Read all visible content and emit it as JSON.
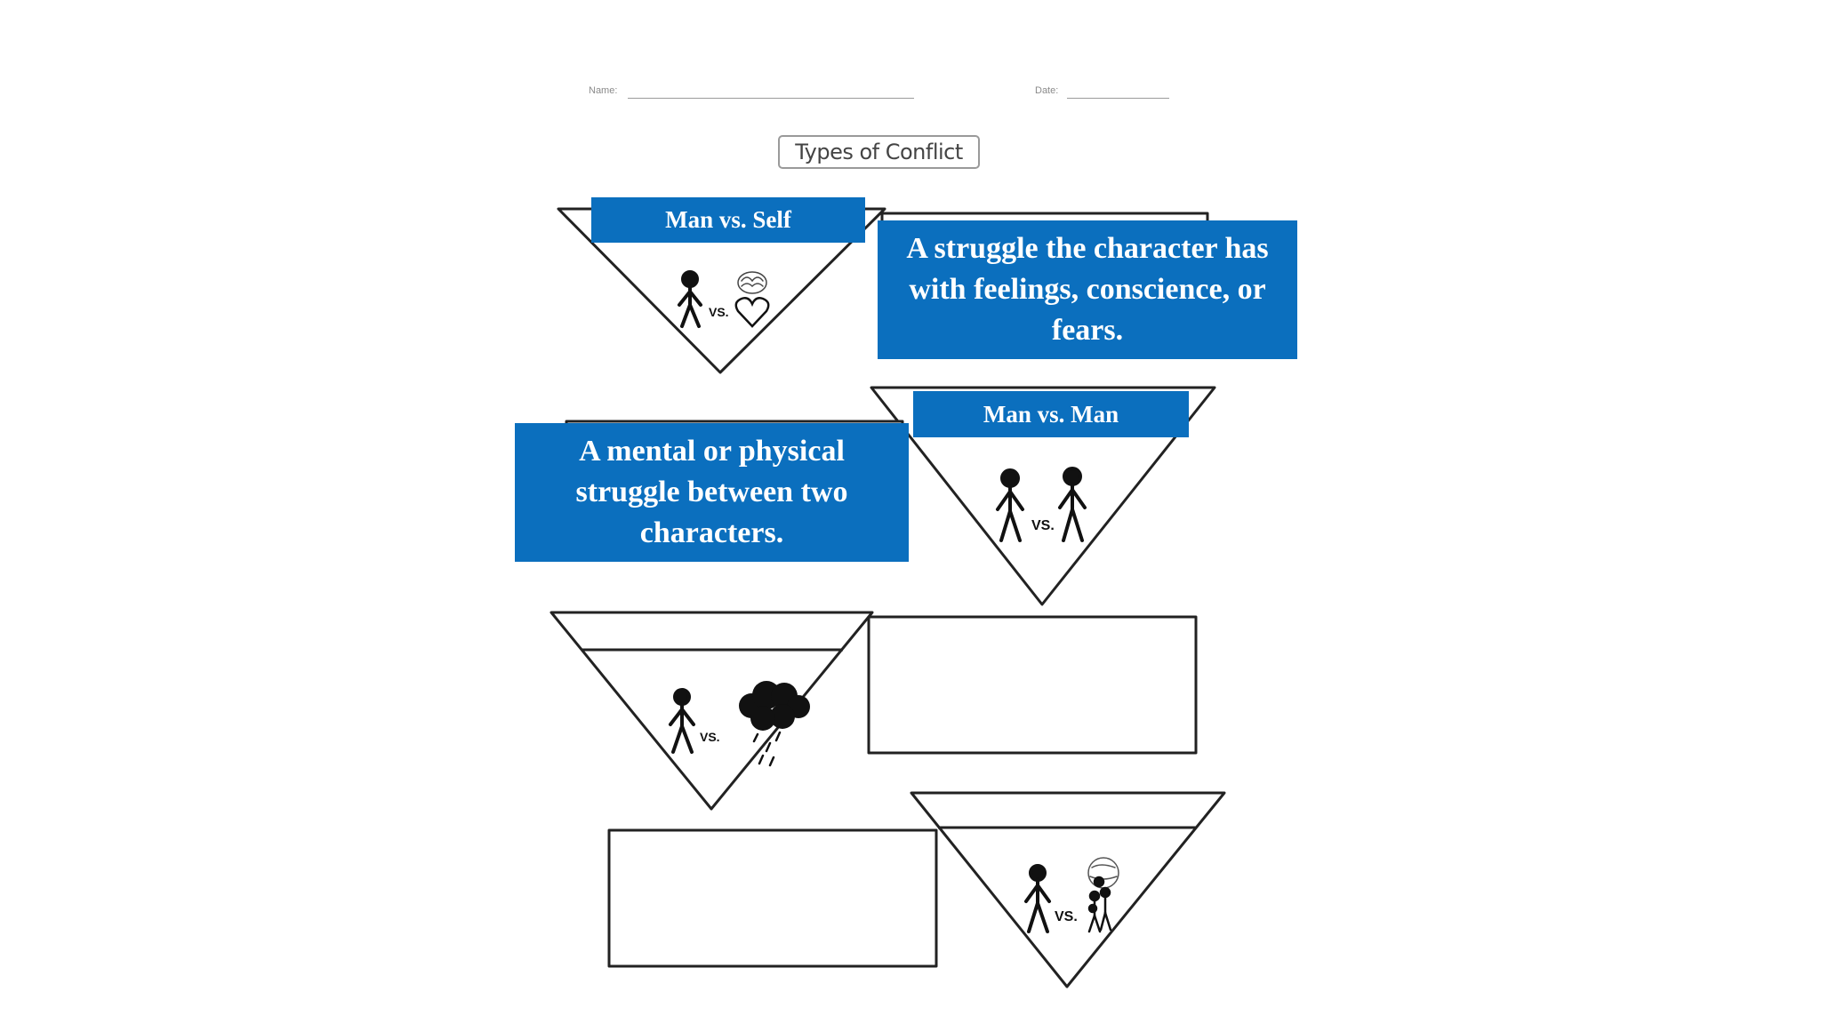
{
  "header": {
    "name_label": "Name:",
    "date_label": "Date:"
  },
  "title": "Types of Conflict",
  "conflicts": [
    {
      "label": "Man vs. Self",
      "definition": "A struggle the character has with feelings, conscience, or fears.",
      "icon_vs": "VS."
    },
    {
      "label": "Man vs. Man",
      "definition": "A mental or physical struggle between two characters.",
      "icon_vs": "VS."
    },
    {
      "label": "",
      "definition": "",
      "icon_vs": "VS."
    },
    {
      "label": "",
      "definition": "",
      "icon_vs": "VS."
    }
  ],
  "colors": {
    "accent_blue": "#0b6fbe",
    "line": "#222222"
  }
}
